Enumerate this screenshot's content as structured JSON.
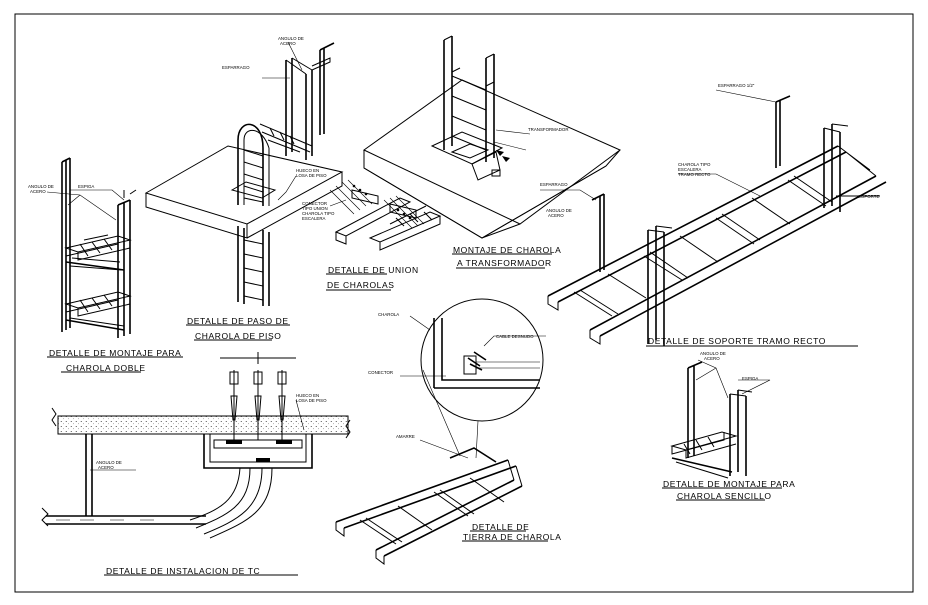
{
  "titles": {
    "montaje_doble": [
      "DETALLE  DE  MONTAJE  PARA",
      "CHAROLA  DOBLE"
    ],
    "paso_piso": [
      "DETALLE  DE  PASO  DE",
      "CHAROLA  DE  PISO"
    ],
    "union": [
      "DETALLE  DE  UNION",
      "DE  CHAROLAS"
    ],
    "transformador": [
      "MONTAJE  DE  CHAROLA",
      "A  TRANSFORMADOR"
    ],
    "soporte_recto": [
      "DETALLE  DE  SOPORTE  TRAMO  RECTO"
    ],
    "montaje_sencillo": [
      "DETALLE  DE  MONTAJE  PARA",
      "CHAROLA  SENCILLO"
    ],
    "tierra": [
      "DETALLE  DE",
      "TIERRA  DE  CHAROLA"
    ],
    "instalacion_tc": [
      "DETALLE  DE  INSTALACION  DE  TC"
    ]
  },
  "labels": {
    "angulo_acero": [
      "ANGULO DE",
      "ACERO"
    ],
    "espiga": "ESPIGA",
    "esparrago": "ESPARRAGO",
    "esparrago_3_8": "ESPARRAGO 1/2\"",
    "hueco_losa": [
      "HUECO EN",
      "LOSA DE PISO"
    ],
    "hueco_losa_b": [
      "HUECO EN",
      "LOSA DE PISO"
    ],
    "conector": [
      "CONECTOR",
      "TIPO UNION",
      "CHAROLA TIPO",
      "ESCALERA"
    ],
    "transformador": "TRANSFORMADOR",
    "charola_tipo": [
      "CHAROLA TIPO",
      "ESCALERA",
      "TRAMO RECTO"
    ],
    "soporte": "SOPORTE",
    "charola": "CHAROLA",
    "cable_desnudo": "CABLE DESNUDO",
    "conector_t": "CONECTOR",
    "amarre": "AMARRE"
  }
}
